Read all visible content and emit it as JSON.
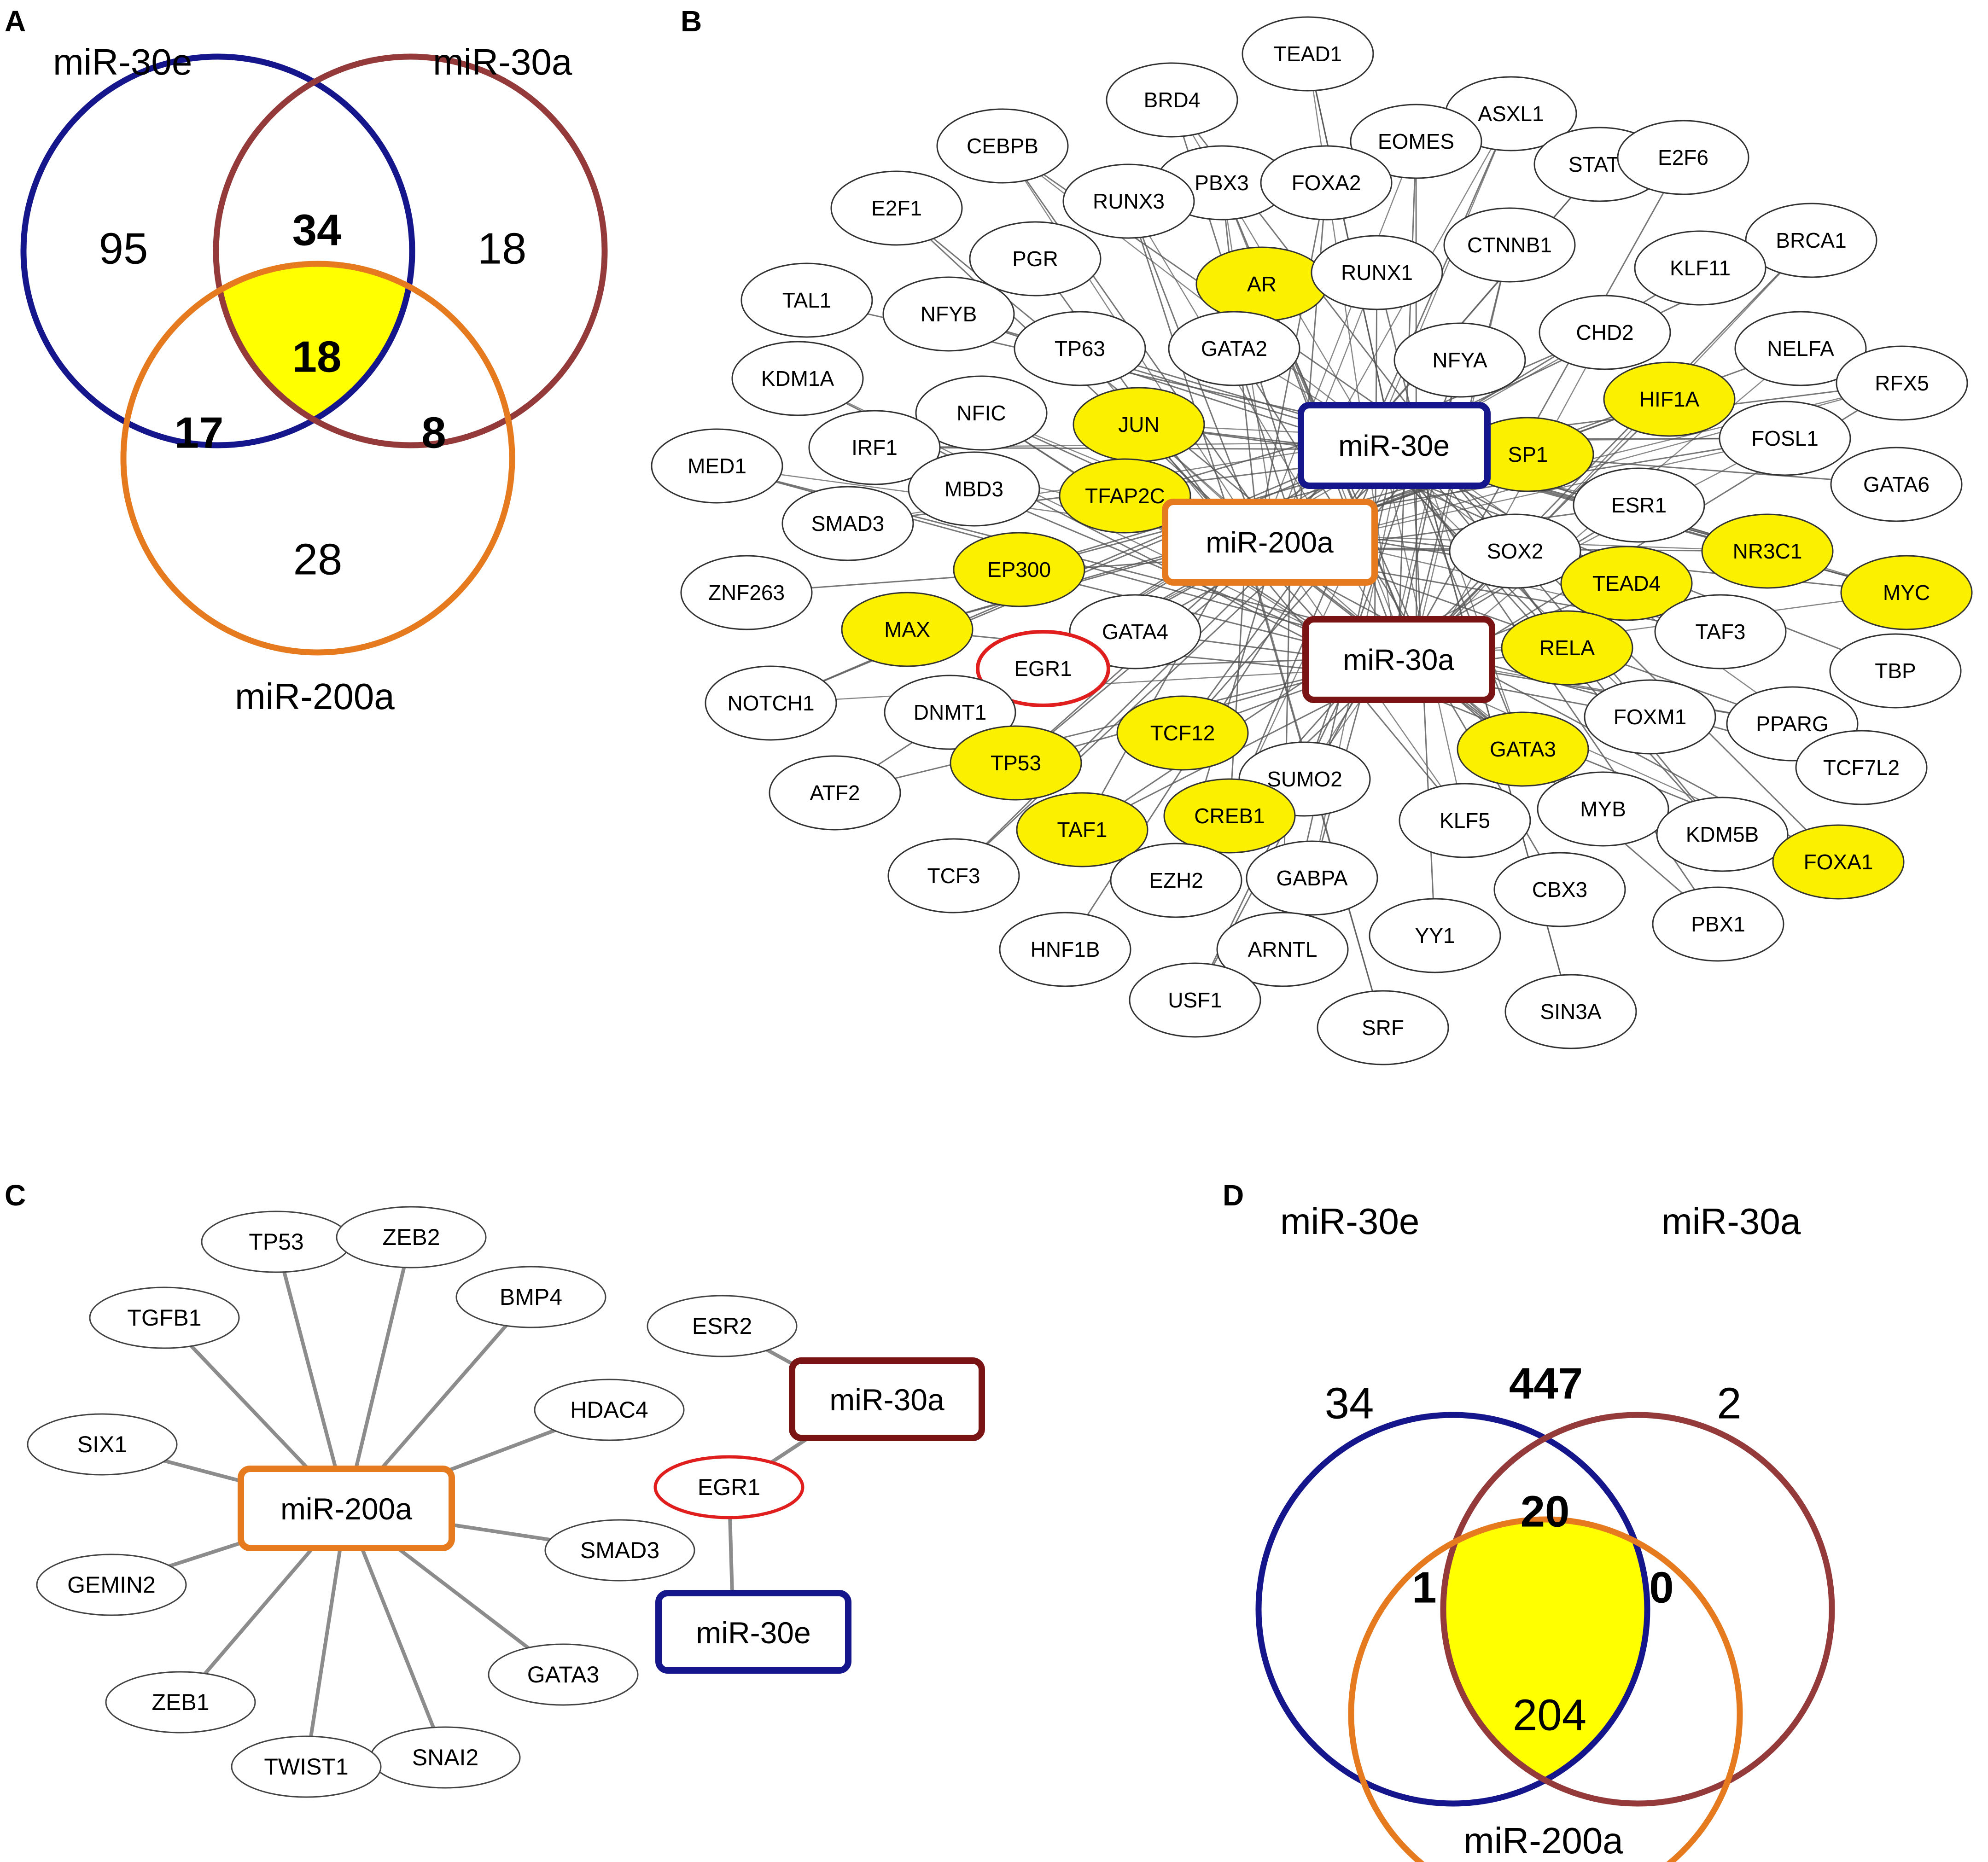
{
  "panels": {
    "A": {
      "label": "A",
      "venn": {
        "sets": [
          "miR-30e",
          "miR-30a",
          "miR-200a"
        ],
        "regions": {
          "only_30e": "95",
          "only_30a": "18",
          "only_200a": "28",
          "e_a": "34",
          "e_200a": "17",
          "a_200a": "8",
          "all": "18"
        }
      }
    },
    "B": {
      "label": "B",
      "mirnas": [
        "miR-30e",
        "miR-200a",
        "miR-30a"
      ],
      "nodes": [
        "TEAD1",
        "BRD4",
        "ASXL1",
        "EOMES",
        "CEBPB",
        "PBX3",
        "FOXA2",
        "STAT3",
        "E2F6",
        "RUNX3",
        "E2F1",
        "CTNNB1",
        "BRCA1",
        "PGR",
        "AR",
        "RUNX1",
        "KLF11",
        "TAL1",
        "NFYB",
        "TP63",
        "GATA2",
        "NFYA",
        "CHD2",
        "NELFA",
        "RFX5",
        "KDM1A",
        "HIF1A",
        "NFIC",
        "JUN",
        "FOSL1",
        "MED1",
        "IRF1",
        "SP1",
        "MBD3",
        "TFAP2C",
        "GATA6",
        "ESR1",
        "SMAD3",
        "NR3C1",
        "SOX2",
        "EP300",
        "TEAD4",
        "MYC",
        "ZNF263",
        "GATA4",
        "MAX",
        "TAF3",
        "RELA",
        "EGR1",
        "TBP",
        "NOTCH1",
        "DNMT1",
        "FOXM1",
        "PPARG",
        "TCF12",
        "GATA3",
        "TCF7L2",
        "TP53",
        "SUMO2",
        "ATF2",
        "MYB",
        "CREB1",
        "KLF5",
        "TAF1",
        "KDM5B",
        "FOXA1",
        "TCF3",
        "GABPA",
        "EZH2",
        "CBX3",
        "PBX1",
        "YY1",
        "ARNTL",
        "HNF1B",
        "USF1",
        "SIN3A",
        "SRF"
      ],
      "highlighted": [
        "AR",
        "JUN",
        "HIF1A",
        "SP1",
        "TFAP2C",
        "NR3C1",
        "EP300",
        "TEAD4",
        "MYC",
        "MAX",
        "RELA",
        "TCF12",
        "GATA3",
        "TP53",
        "CREB1",
        "TAF1",
        "FOXA1"
      ],
      "outlined_red": [
        "EGR1"
      ]
    },
    "C": {
      "label": "C",
      "hub": "miR-200a",
      "targets": [
        "TP53",
        "ZEB2",
        "TGFB1",
        "BMP4",
        "HDAC4",
        "SIX1",
        "SMAD3",
        "GEMIN2",
        "GATA3",
        "ZEB1",
        "SNAI2",
        "TWIST1"
      ],
      "shared": {
        "mirnas": [
          "miR-30a",
          "miR-30e"
        ],
        "target": "EGR1",
        "other_target": "ESR2"
      }
    },
    "D": {
      "label": "D",
      "venn": {
        "sets": [
          "miR-30e",
          "miR-30a",
          "miR-200a"
        ],
        "regions": {
          "only_30e": "34",
          "only_30a": "2",
          "only_200a": "204",
          "e_a": "447",
          "e_200a": "1",
          "a_200a": "0",
          "all": "20"
        }
      }
    }
  },
  "colors": {
    "miR-30e": "#16168c",
    "miR-30a": "#943a3a",
    "miR-200a": "#e57a1f",
    "intersection": "#ffff00",
    "node_fill_highlight": "#fbf000",
    "node_outline_red": "#e01e1e",
    "edge": "#444444"
  }
}
